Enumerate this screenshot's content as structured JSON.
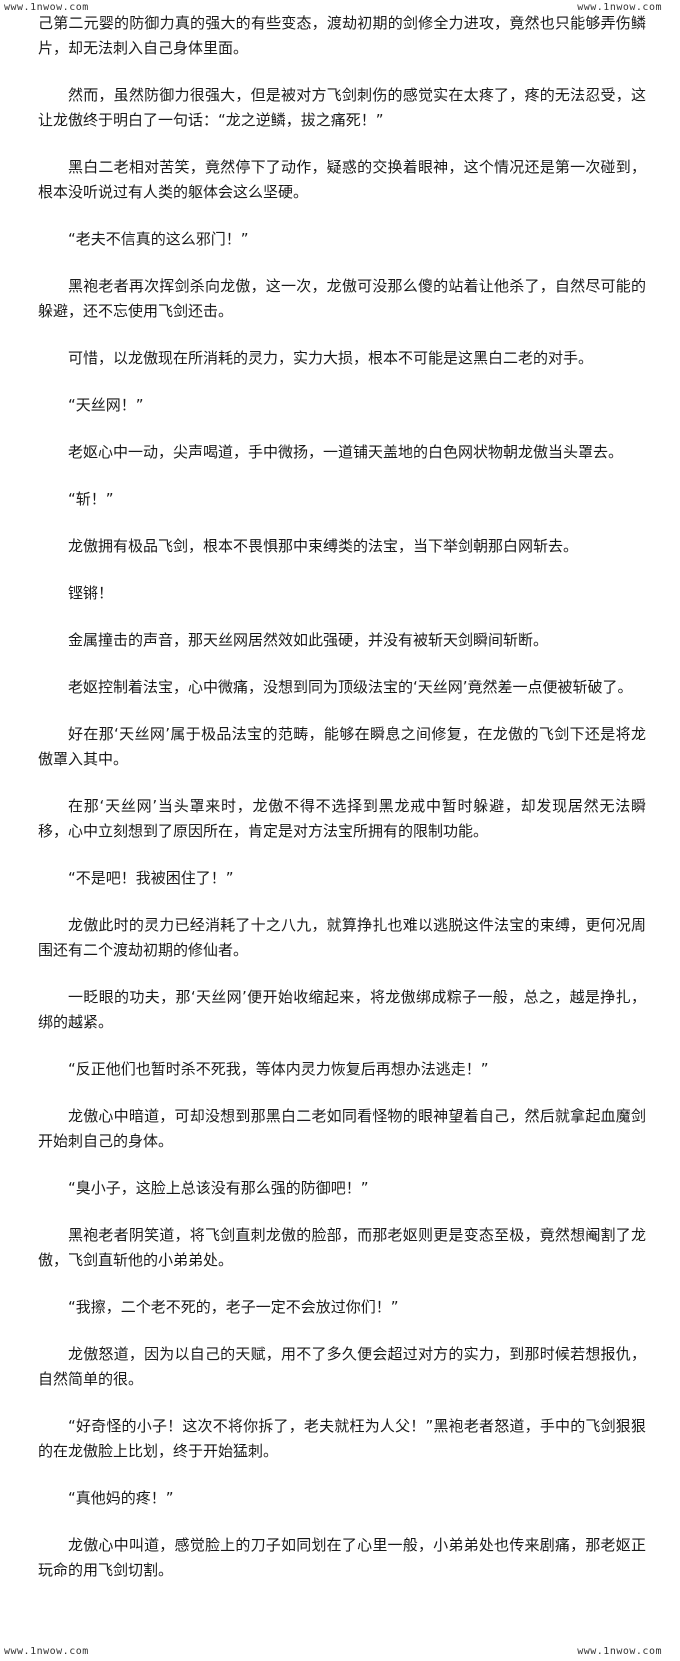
{
  "watermarks": {
    "top_left": "www.1nwow.com",
    "top_right": "www.1nwow.com",
    "bottom_left": "www.1nwow.com",
    "bottom_right": "www.1nwow.com"
  },
  "paragraphs": [
    "己第二元婴的防御力真的强大的有些变态，渡劫初期的剑修全力进攻，竟然也只能够弄伤鳞片，却无法刺入自己身体里面。",
    "然而，虽然防御力很强大，但是被对方飞剑刺伤的感觉实在太疼了，疼的无法忍受，这让龙傲终于明白了一句话：“龙之逆鳞，拔之痛死！”",
    "黑白二老相对苦笑，竟然停下了动作，疑惑的交换着眼神，这个情况还是第一次碰到，根本没听说过有人类的躯体会这么坚硬。",
    "“老夫不信真的这么邪门！”",
    "黑袍老者再次挥剑杀向龙傲，这一次，龙傲可没那么傻的站着让他杀了，自然尽可能的躲避，还不忘使用飞剑还击。",
    "可惜，以龙傲现在所消耗的灵力，实力大损，根本不可能是这黑白二老的对手。",
    "“天丝网！”",
    "老妪心中一动，尖声喝道，手中微扬，一道铺天盖地的白色网状物朝龙傲当头罩去。",
    "“斩！”",
    "龙傲拥有极品飞剑，根本不畏惧那中束缚类的法宝，当下举剑朝那白网斩去。",
    "铿锵！",
    "金属撞击的声音，那天丝网居然效如此强硬，并没有被斩天剑瞬间斩断。",
    "老妪控制着法宝，心中微痛，没想到同为顶级法宝的‘天丝网’竟然差一点便被斩破了。",
    "好在那‘天丝网’属于极品法宝的范畴，能够在瞬息之间修复，在龙傲的飞剑下还是将龙傲罩入其中。",
    "在那‘天丝网’当头罩来时，龙傲不得不选择到黑龙戒中暂时躲避，却发现居然无法瞬移，心中立刻想到了原因所在，肯定是对方法宝所拥有的限制功能。",
    "“不是吧！我被困住了！”",
    "龙傲此时的灵力已经消耗了十之八九，就算挣扎也难以逃脱这件法宝的束缚，更何况周围还有二个渡劫初期的修仙者。",
    "一眨眼的功夫，那‘天丝网’便开始收缩起来，将龙傲绑成粽子一般，总之，越是挣扎，绑的越紧。",
    "“反正他们也暂时杀不死我，等体内灵力恢复后再想办法逃走！”",
    "龙傲心中暗道，可却没想到那黑白二老如同看怪物的眼神望着自己，然后就拿起血魔剑开始刺自己的身体。",
    "“臭小子，这脸上总该没有那么强的防御吧！”",
    "黑袍老者阴笑道，将飞剑直刺龙傲的脸部，而那老妪则更是变态至极，竟然想阉割了龙傲，飞剑直斩他的小弟弟处。",
    "“我擦，二个老不死的，老子一定不会放过你们！”",
    "龙傲怒道，因为以自己的天赋，用不了多久便会超过对方的实力，到那时候若想报仇，自然简单的很。",
    "“好奇怪的小子！这次不将你拆了，老夫就枉为人父！”黑袍老者怒道，手中的飞剑狠狠的在龙傲脸上比划，终于开始猛刺。",
    "“真他妈的疼！”",
    "龙傲心中叫道，感觉脸上的刀子如同划在了心里一般，小弟弟处也传来剧痛，那老妪正玩命的用飞剑切割。"
  ]
}
